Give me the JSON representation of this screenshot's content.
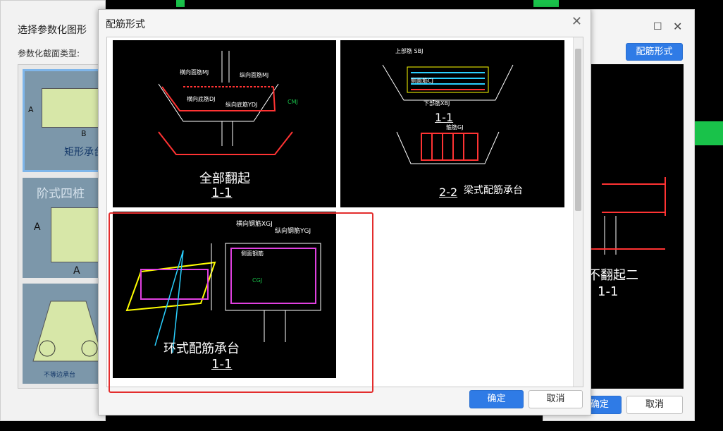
{
  "back_dialog": {
    "title": "选择参数化图形",
    "section_label": "参数化截面类型:",
    "cards": [
      {
        "label": "矩形承台"
      },
      {
        "label": "阶式四桩"
      },
      {
        "label": "不等边承台"
      }
    ],
    "card_marks": {
      "a": "A",
      "b": "B"
    }
  },
  "right_dialog": {
    "button": "配筋形式",
    "ok": "确定",
    "cancel": "取消",
    "preview_text": "不翻起二",
    "preview_section": "1-1"
  },
  "modal": {
    "title": "配筋形式",
    "close_glyph": "✕",
    "ok": "确定",
    "cancel": "取消",
    "options": [
      {
        "caption": "全部翻起",
        "section": "1-1"
      },
      {
        "caption": "梁式配筋承台",
        "section": "1-1",
        "section2": "2-2"
      },
      {
        "caption": "环式配筋承台",
        "section": "1-1"
      }
    ]
  },
  "cad_labels": {
    "heng_mj": "横向面筋MJ",
    "zong_mj": "纵向面筋MJ",
    "heng_dj": "横向底筋DJ",
    "zong_ydj": "纵向底筋YDJ",
    "cmj": "CMJ",
    "up_sbj": "上部筋 SBJ",
    "side_cj": "侧面筋CJ",
    "down_xbj": "下部筋XBJ",
    "hoop_gj": "箍筋GJ",
    "xg_j": "横向钢筋XGJ",
    "yg_j": "纵向钢筋YGJ",
    "side_rebar": "侧面钢筋",
    "cgj": "CGJ"
  },
  "colors": {
    "accent": "#2f7be6",
    "highlight": "#e32d2d",
    "cad_green": "#19c24a"
  }
}
